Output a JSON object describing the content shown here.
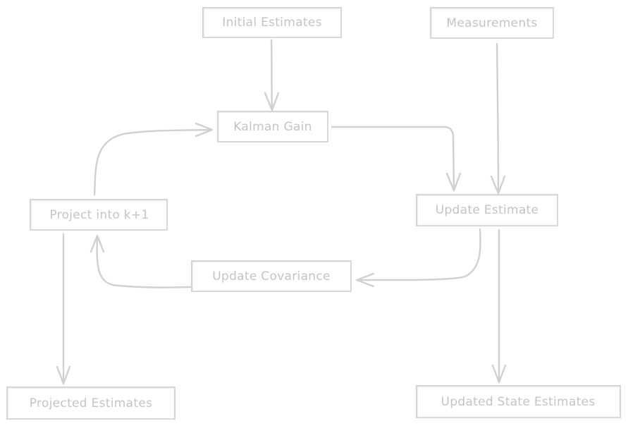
{
  "diagram": {
    "type": "flowchart",
    "title": "Kalman filter loop",
    "colors": {
      "stroke": "#d0d0d0",
      "text": "#c4c4c4",
      "background": "#ffffff"
    },
    "nodes": [
      {
        "id": "initial",
        "label": "Initial Estimates"
      },
      {
        "id": "measurements",
        "label": "Measurements"
      },
      {
        "id": "gain",
        "label": "Kalman Gain"
      },
      {
        "id": "update_est",
        "label": "Update Estimate"
      },
      {
        "id": "project",
        "label": "Project into k+1"
      },
      {
        "id": "update_cov",
        "label": "Update Covariance"
      },
      {
        "id": "projected",
        "label": "Projected Estimates"
      },
      {
        "id": "updated_state",
        "label": "Updated State Estimates"
      }
    ],
    "edges": [
      {
        "from": "initial",
        "to": "gain"
      },
      {
        "from": "measurements",
        "to": "update_est"
      },
      {
        "from": "gain",
        "to": "update_est"
      },
      {
        "from": "project",
        "to": "gain"
      },
      {
        "from": "update_est",
        "to": "update_cov"
      },
      {
        "from": "update_cov",
        "to": "project"
      },
      {
        "from": "project",
        "to": "projected"
      },
      {
        "from": "update_est",
        "to": "updated_state"
      }
    ]
  }
}
